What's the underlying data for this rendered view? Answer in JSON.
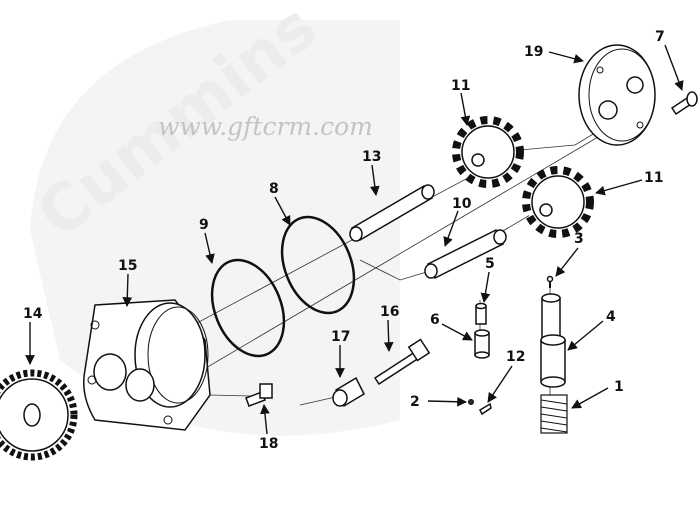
{
  "watermark": {
    "logo_text": "Cummins",
    "url_text": "www.gftcrm.com"
  },
  "colors": {
    "ink": "#111111",
    "watermark_logo": "#ececec",
    "watermark_url": "#c4c4c4"
  },
  "callouts": [
    {
      "id": "c1",
      "label": "1"
    },
    {
      "id": "c2",
      "label": "2"
    },
    {
      "id": "c3",
      "label": "3"
    },
    {
      "id": "c4",
      "label": "4"
    },
    {
      "id": "c5",
      "label": "5"
    },
    {
      "id": "c6",
      "label": "6"
    },
    {
      "id": "c7",
      "label": "7"
    },
    {
      "id": "c8",
      "label": "8"
    },
    {
      "id": "c9",
      "label": "9"
    },
    {
      "id": "c10",
      "label": "10"
    },
    {
      "id": "c11a",
      "label": "11"
    },
    {
      "id": "c11b",
      "label": "11"
    },
    {
      "id": "c12",
      "label": "12"
    },
    {
      "id": "c13",
      "label": "13"
    },
    {
      "id": "c14",
      "label": "14"
    },
    {
      "id": "c15",
      "label": "15"
    },
    {
      "id": "c16",
      "label": "16"
    },
    {
      "id": "c17",
      "label": "17"
    },
    {
      "id": "c18",
      "label": "18"
    },
    {
      "id": "c19",
      "label": "19"
    }
  ]
}
